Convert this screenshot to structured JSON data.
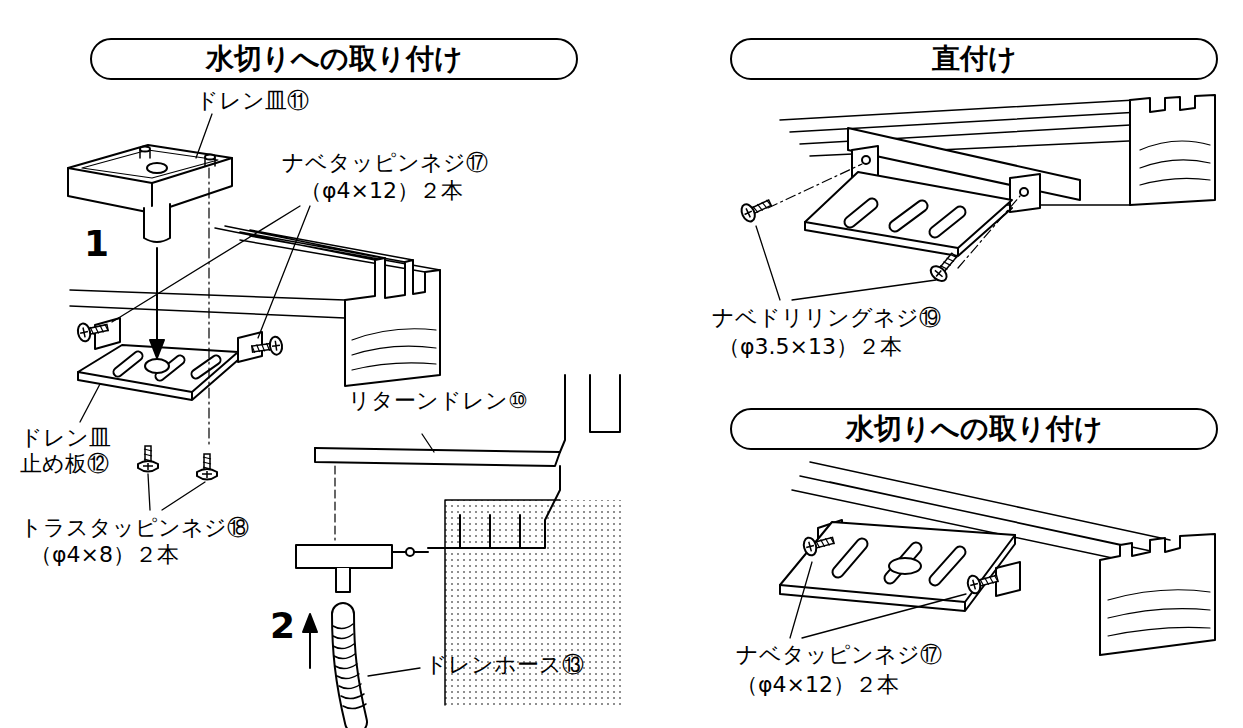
{
  "diagram": {
    "nodes": [
      {
        "text": [
          "水切りへの取り付け"
        ]
      },
      {
        "text": [
          "直付け"
        ]
      },
      {
        "text": [
          "水切りへの取り付け"
        ]
      }
    ],
    "labels": [
      "ドレン皿⑪",
      "ナベタッピンネジ⑰",
      "（φ4×12）２本",
      "1",
      "ドレン皿 止め板⑫",
      "トラスタッピンネジ⑱",
      "（φ4×8）２本",
      "リターンドレン⑩",
      "2",
      "ドレンホース⑬",
      "ナベドリリングネジ⑲",
      "（φ3.5×13）２本",
      "ナベタッピンネジ⑰",
      "（φ4×12）２本"
    ]
  }
}
